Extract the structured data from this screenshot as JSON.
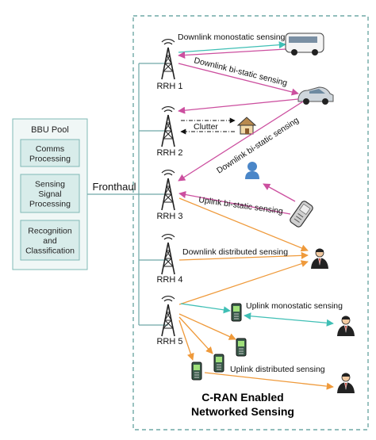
{
  "bbu_pool": {
    "title": "BBU Pool",
    "boxes": [
      {
        "lines": [
          "Comms",
          "Processing"
        ]
      },
      {
        "lines": [
          "Sensing",
          "Signal",
          "Processing"
        ]
      },
      {
        "lines": [
          "Recognition",
          "and",
          "Classification"
        ]
      }
    ]
  },
  "fronthaul_label": "Fronthaul",
  "rrh": [
    "RRH 1",
    "RRH 2",
    "RRH 3",
    "RRH 4",
    "RRH 5"
  ],
  "links": {
    "downlink_monostatic": "Downlink monostatic sensing",
    "downlink_bistatic_1": "Downlink bi-static sensing",
    "clutter": "Clutter",
    "downlink_bistatic_2": "Downlink bi-static sensing",
    "uplink_bistatic": "Uplink bi-static sensing",
    "downlink_distributed": "Downlink distributed sensing",
    "uplink_monostatic": "Uplink monostatic sensing",
    "uplink_distributed": "Uplink distributed sensing"
  },
  "caption": [
    "C-RAN Enabled",
    "Networked Sensing"
  ],
  "colors": {
    "teal": "#3fbfb5",
    "magenta": "#cc4f9f",
    "orange": "#ef9a3b",
    "frame": "#6fa8a6",
    "box_fill": "#d8ecea",
    "box_border": "#7fb9b5",
    "pool_fill": "#f0f7f6",
    "tower": "#222222"
  },
  "icons": [
    "bus-icon",
    "car-icon",
    "house-icon",
    "user-icon",
    "phone-icon",
    "person-suit-icon",
    "mobile-device-icon"
  ]
}
